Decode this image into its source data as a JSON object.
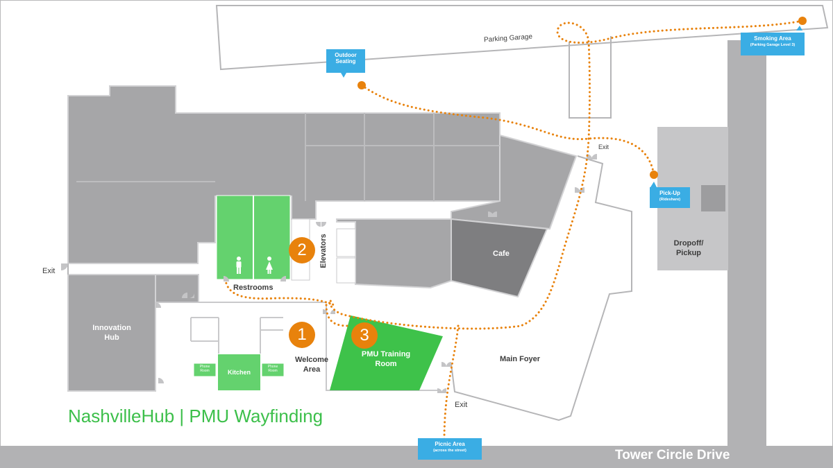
{
  "title": "NashvilleHub | PMU Wayfinding",
  "street": "Tower Circle Drive",
  "labels": {
    "parking_garage": "Parking Garage",
    "exit": "Exit",
    "dropoff": "Dropoff/ Pickup",
    "cafe": "Cafe",
    "elevators": "Elevators",
    "restrooms": "Restrooms",
    "innovation_hub": "Innovation Hub",
    "kitchen": "Kitchen",
    "phone_room": "Phone Room",
    "welcome_area": "Welcome Area",
    "pmu_training_room": "PMU Training Room",
    "main_foyer": "Main Foyer"
  },
  "callouts": {
    "outdoor_seating": "Outdoor Seating",
    "smoking_area": "Smoking Area",
    "smoking_area_sub": "(Parking Garage Level 3)",
    "pick_up": "Pick-Up",
    "pick_up_sub": "(Rideshare)",
    "picnic_area": "Picnic Area",
    "picnic_area_sub": "(across the street)"
  },
  "markers": [
    "1",
    "2",
    "3"
  ],
  "colors": {
    "room_green": "#3ec24a",
    "restroom_green": "#64d26e",
    "accent_orange": "#e8820c",
    "callout_blue": "#3aade4",
    "building_gray": "#a6a6a8",
    "cafe_gray": "#7e7e80",
    "title_green": "#3cbf4a"
  }
}
